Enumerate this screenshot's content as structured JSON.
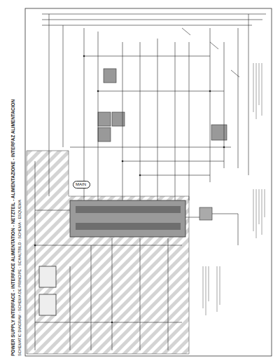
{
  "diagram": {
    "title": "POWER SUPPLY INTERFACE - INTERFACE ALIMENTATION - NETZTEIL - ALIMENTAZIONE - INTERFAZ ALIMENTACION",
    "caption": "SCHEMATIC DIAGRAM - SCHEMA DE PRINCIPE - SCHALTBILD - SCHEMA - ESQUEMA",
    "nodes": [
      {
        "text": [
          "MAIN"
        ]
      }
    ]
  }
}
